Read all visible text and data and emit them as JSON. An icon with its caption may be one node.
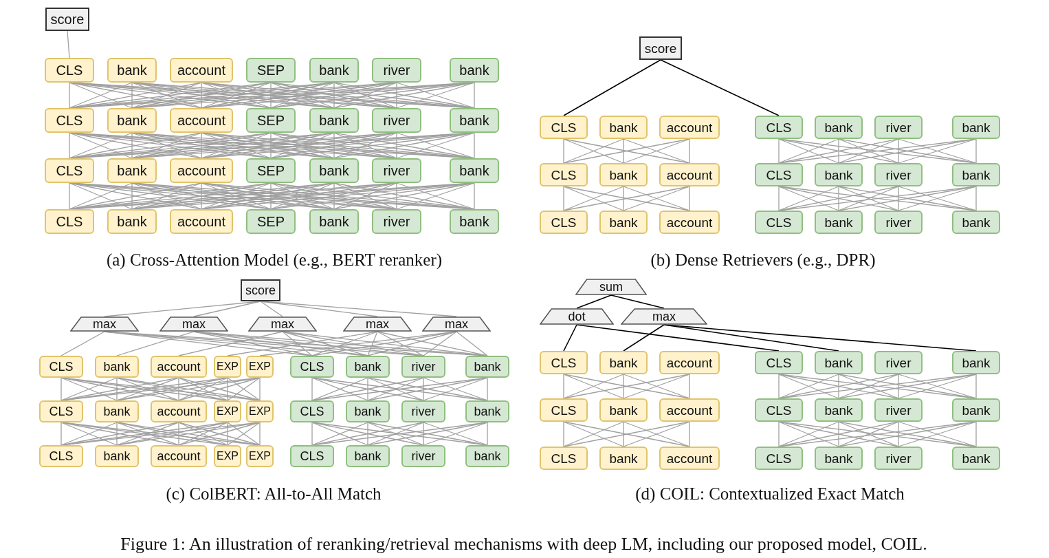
{
  "diagram": {
    "caption": "Figure 1: An illustration of reranking/retrieval mechanisms with deep LM, including our proposed model, COIL.",
    "nodes": [
      {
        "text": [
          "score"
        ]
      },
      {
        "text": [
          "CLS"
        ]
      },
      {
        "text": [
          "bank"
        ]
      },
      {
        "text": [
          "account"
        ]
      },
      {
        "text": [
          "SEP"
        ]
      },
      {
        "text": [
          "bank"
        ]
      },
      {
        "text": [
          "river"
        ]
      },
      {
        "text": [
          "bank"
        ]
      },
      {
        "text": [
          "CLS"
        ]
      },
      {
        "text": [
          "bank"
        ]
      },
      {
        "text": [
          "account"
        ]
      },
      {
        "text": [
          "SEP"
        ]
      },
      {
        "text": [
          "bank"
        ]
      },
      {
        "text": [
          "river"
        ]
      },
      {
        "text": [
          "bank"
        ]
      },
      {
        "text": [
          "CLS"
        ]
      },
      {
        "text": [
          "bank"
        ]
      },
      {
        "text": [
          "account"
        ]
      },
      {
        "text": [
          "SEP"
        ]
      },
      {
        "text": [
          "bank"
        ]
      },
      {
        "text": [
          "river"
        ]
      },
      {
        "text": [
          "bank"
        ]
      },
      {
        "text": [
          "CLS"
        ]
      },
      {
        "text": [
          "bank"
        ]
      },
      {
        "text": [
          "account"
        ]
      },
      {
        "text": [
          "SEP"
        ]
      },
      {
        "text": [
          "bank"
        ]
      },
      {
        "text": [
          "river"
        ]
      },
      {
        "text": [
          "bank"
        ]
      },
      {
        "text": [
          "score"
        ]
      },
      {
        "text": [
          "CLS"
        ]
      },
      {
        "text": [
          "bank"
        ]
      },
      {
        "text": [
          "account"
        ]
      },
      {
        "text": [
          "CLS"
        ]
      },
      {
        "text": [
          "bank"
        ]
      },
      {
        "text": [
          "river"
        ]
      },
      {
        "text": [
          "bank"
        ]
      },
      {
        "text": [
          "CLS"
        ]
      },
      {
        "text": [
          "bank"
        ]
      },
      {
        "text": [
          "account"
        ]
      },
      {
        "text": [
          "CLS"
        ]
      },
      {
        "text": [
          "bank"
        ]
      },
      {
        "text": [
          "river"
        ]
      },
      {
        "text": [
          "bank"
        ]
      },
      {
        "text": [
          "CLS"
        ]
      },
      {
        "text": [
          "bank"
        ]
      },
      {
        "text": [
          "account"
        ]
      },
      {
        "text": [
          "CLS"
        ]
      },
      {
        "text": [
          "bank"
        ]
      },
      {
        "text": [
          "river"
        ]
      },
      {
        "text": [
          "bank"
        ]
      },
      {
        "text": [
          "score"
        ]
      },
      {
        "text": [
          "max"
        ]
      },
      {
        "text": [
          "max"
        ]
      },
      {
        "text": [
          "max"
        ]
      },
      {
        "text": [
          "max"
        ]
      },
      {
        "text": [
          "max"
        ]
      },
      {
        "text": [
          "CLS"
        ]
      },
      {
        "text": [
          "bank"
        ]
      },
      {
        "text": [
          "account"
        ]
      },
      {
        "text": [
          "EXP"
        ]
      },
      {
        "text": [
          "EXP"
        ]
      },
      {
        "text": [
          "CLS"
        ]
      },
      {
        "text": [
          "bank"
        ]
      },
      {
        "text": [
          "river"
        ]
      },
      {
        "text": [
          "bank"
        ]
      },
      {
        "text": [
          "CLS"
        ]
      },
      {
        "text": [
          "bank"
        ]
      },
      {
        "text": [
          "account"
        ]
      },
      {
        "text": [
          "EXP"
        ]
      },
      {
        "text": [
          "EXP"
        ]
      },
      {
        "text": [
          "CLS"
        ]
      },
      {
        "text": [
          "bank"
        ]
      },
      {
        "text": [
          "river"
        ]
      },
      {
        "text": [
          "bank"
        ]
      },
      {
        "text": [
          "CLS"
        ]
      },
      {
        "text": [
          "bank"
        ]
      },
      {
        "text": [
          "account"
        ]
      },
      {
        "text": [
          "EXP"
        ]
      },
      {
        "text": [
          "EXP"
        ]
      },
      {
        "text": [
          "CLS"
        ]
      },
      {
        "text": [
          "bank"
        ]
      },
      {
        "text": [
          "river"
        ]
      },
      {
        "text": [
          "bank"
        ]
      },
      {
        "text": [
          "sum"
        ]
      },
      {
        "text": [
          "dot"
        ]
      },
      {
        "text": [
          "max"
        ]
      },
      {
        "text": [
          "CLS"
        ]
      },
      {
        "text": [
          "bank"
        ]
      },
      {
        "text": [
          "account"
        ]
      },
      {
        "text": [
          "CLS"
        ]
      },
      {
        "text": [
          "bank"
        ]
      },
      {
        "text": [
          "river"
        ]
      },
      {
        "text": [
          "bank"
        ]
      },
      {
        "text": [
          "CLS"
        ]
      },
      {
        "text": [
          "bank"
        ]
      },
      {
        "text": [
          "account"
        ]
      },
      {
        "text": [
          "CLS"
        ]
      },
      {
        "text": [
          "bank"
        ]
      },
      {
        "text": [
          "river"
        ]
      },
      {
        "text": [
          "bank"
        ]
      },
      {
        "text": [
          "CLS"
        ]
      },
      {
        "text": [
          "bank"
        ]
      },
      {
        "text": [
          "account"
        ]
      },
      {
        "text": [
          "CLS"
        ]
      },
      {
        "text": [
          "bank"
        ]
      },
      {
        "text": [
          "river"
        ]
      },
      {
        "text": [
          "bank"
        ]
      }
    ],
    "edges": [
      {
        "from": 0,
        "to": 1,
        "arrow": "none"
      },
      {
        "from": 1,
        "to": 8,
        "arrow": "none"
      },
      {
        "from": 1,
        "to": 9,
        "arrow": "none"
      },
      {
        "from": 1,
        "to": 10,
        "arrow": "none"
      },
      {
        "from": 1,
        "to": 11,
        "arrow": "none"
      },
      {
        "from": 1,
        "to": 12,
        "arrow": "none"
      },
      {
        "from": 1,
        "to": 13,
        "arrow": "none"
      },
      {
        "from": 1,
        "to": 14,
        "arrow": "none"
      },
      {
        "from": 2,
        "to": 8,
        "arrow": "none"
      },
      {
        "from": 2,
        "to": 9,
        "arrow": "none"
      },
      {
        "from": 2,
        "to": 10,
        "arrow": "none"
      },
      {
        "from": 2,
        "to": 11,
        "arrow": "none"
      },
      {
        "from": 2,
        "to": 12,
        "arrow": "none"
      },
      {
        "from": 2,
        "to": 13,
        "arrow": "none"
      },
      {
        "from": 2,
        "to": 14,
        "arrow": "none"
      },
      {
        "from": 3,
        "to": 8,
        "arrow": "none"
      },
      {
        "from": 3,
        "to": 9,
        "arrow": "none"
      },
      {
        "from": 3,
        "to": 10,
        "arrow": "none"
      },
      {
        "from": 3,
        "to": 11,
        "arrow": "none"
      },
      {
        "from": 3,
        "to": 12,
        "arrow": "none"
      },
      {
        "from": 3,
        "to": 13,
        "arrow": "none"
      },
      {
        "from": 3,
        "to": 14,
        "arrow": "none"
      },
      {
        "from": 4,
        "to": 8,
        "arrow": "none"
      },
      {
        "from": 4,
        "to": 9,
        "arrow": "none"
      },
      {
        "from": 4,
        "to": 10,
        "arrow": "none"
      },
      {
        "from": 4,
        "to": 11,
        "arrow": "none"
      },
      {
        "from": 4,
        "to": 12,
        "arrow": "none"
      },
      {
        "from": 4,
        "to": 13,
        "arrow": "none"
      },
      {
        "from": 4,
        "to": 14,
        "arrow": "none"
      },
      {
        "from": 5,
        "to": 8,
        "arrow": "none"
      },
      {
        "from": 5,
        "to": 9,
        "arrow": "none"
      },
      {
        "from": 5,
        "to": 10,
        "arrow": "none"
      },
      {
        "from": 5,
        "to": 11,
        "arrow": "none"
      },
      {
        "from": 5,
        "to": 12,
        "arrow": "none"
      },
      {
        "from": 5,
        "to": 13,
        "arrow": "none"
      },
      {
        "from": 5,
        "to": 14,
        "arrow": "none"
      },
      {
        "from": 6,
        "to": 8,
        "arrow": "none"
      },
      {
        "from": 6,
        "to": 9,
        "arrow": "none"
      },
      {
        "from": 6,
        "to": 10,
        "arrow": "none"
      },
      {
        "from": 6,
        "to": 11,
        "arrow": "none"
      },
      {
        "from": 6,
        "to": 12,
        "arrow": "none"
      },
      {
        "from": 6,
        "to": 13,
        "arrow": "none"
      },
      {
        "from": 6,
        "to": 14,
        "arrow": "none"
      },
      {
        "from": 7,
        "to": 8,
        "arrow": "none"
      },
      {
        "from": 7,
        "to": 9,
        "arrow": "none"
      },
      {
        "from": 7,
        "to": 10,
        "arrow": "none"
      },
      {
        "from": 7,
        "to": 11,
        "arrow": "none"
      },
      {
        "from": 7,
        "to": 12,
        "arrow": "none"
      },
      {
        "from": 7,
        "to": 13,
        "arrow": "none"
      },
      {
        "from": 7,
        "to": 14,
        "arrow": "none"
      },
      {
        "from": 8,
        "to": 15,
        "arrow": "none"
      },
      {
        "from": 8,
        "to": 16,
        "arrow": "none"
      },
      {
        "from": 8,
        "to": 17,
        "arrow": "none"
      },
      {
        "from": 8,
        "to": 18,
        "arrow": "none"
      },
      {
        "from": 8,
        "to": 19,
        "arrow": "none"
      },
      {
        "from": 8,
        "to": 20,
        "arrow": "none"
      },
      {
        "from": 8,
        "to": 21,
        "arrow": "none"
      },
      {
        "from": 9,
        "to": 15,
        "arrow": "none"
      },
      {
        "from": 9,
        "to": 16,
        "arrow": "none"
      },
      {
        "from": 9,
        "to": 17,
        "arrow": "none"
      },
      {
        "from": 9,
        "to": 18,
        "arrow": "none"
      },
      {
        "from": 9,
        "to": 19,
        "arrow": "none"
      },
      {
        "from": 9,
        "to": 20,
        "arrow": "none"
      },
      {
        "from": 9,
        "to": 21,
        "arrow": "none"
      },
      {
        "from": 10,
        "to": 15,
        "arrow": "none"
      },
      {
        "from": 10,
        "to": 16,
        "arrow": "none"
      },
      {
        "from": 10,
        "to": 17,
        "arrow": "none"
      },
      {
        "from": 10,
        "to": 18,
        "arrow": "none"
      },
      {
        "from": 10,
        "to": 19,
        "arrow": "none"
      },
      {
        "from": 10,
        "to": 20,
        "arrow": "none"
      },
      {
        "from": 10,
        "to": 21,
        "arrow": "none"
      },
      {
        "from": 11,
        "to": 15,
        "arrow": "none"
      },
      {
        "from": 11,
        "to": 16,
        "arrow": "none"
      },
      {
        "from": 11,
        "to": 17,
        "arrow": "none"
      },
      {
        "from": 11,
        "to": 18,
        "arrow": "none"
      },
      {
        "from": 11,
        "to": 19,
        "arrow": "none"
      },
      {
        "from": 11,
        "to": 20,
        "arrow": "none"
      },
      {
        "from": 11,
        "to": 21,
        "arrow": "none"
      },
      {
        "from": 12,
        "to": 15,
        "arrow": "none"
      },
      {
        "from": 12,
        "to": 16,
        "arrow": "none"
      },
      {
        "from": 12,
        "to": 17,
        "arrow": "none"
      },
      {
        "from": 12,
        "to": 18,
        "arrow": "none"
      },
      {
        "from": 12,
        "to": 19,
        "arrow": "none"
      },
      {
        "from": 12,
        "to": 20,
        "arrow": "none"
      },
      {
        "from": 12,
        "to": 21,
        "arrow": "none"
      },
      {
        "from": 13,
        "to": 15,
        "arrow": "none"
      },
      {
        "from": 13,
        "to": 16,
        "arrow": "none"
      },
      {
        "from": 13,
        "to": 17,
        "arrow": "none"
      },
      {
        "from": 13,
        "to": 18,
        "arrow": "none"
      },
      {
        "from": 13,
        "to": 19,
        "arrow": "none"
      },
      {
        "from": 13,
        "to": 20,
        "arrow": "none"
      },
      {
        "from": 13,
        "to": 21,
        "arrow": "none"
      },
      {
        "from": 14,
        "to": 15,
        "arrow": "none"
      },
      {
        "from": 14,
        "to": 16,
        "arrow": "none"
      },
      {
        "from": 14,
        "to": 17,
        "arrow": "none"
      },
      {
        "from": 14,
        "to": 18,
        "arrow": "none"
      },
      {
        "from": 14,
        "to": 19,
        "arrow": "none"
      },
      {
        "from": 14,
        "to": 20,
        "arrow": "none"
      },
      {
        "from": 14,
        "to": 21,
        "arrow": "none"
      },
      {
        "from": 15,
        "to": 22,
        "arrow": "none"
      },
      {
        "from": 15,
        "to": 23,
        "arrow": "none"
      },
      {
        "from": 15,
        "to": 24,
        "arrow": "none"
      },
      {
        "from": 15,
        "to": 25,
        "arrow": "none"
      },
      {
        "from": 15,
        "to": 26,
        "arrow": "none"
      },
      {
        "from": 15,
        "to": 27,
        "arrow": "none"
      },
      {
        "from": 15,
        "to": 28,
        "arrow": "none"
      },
      {
        "from": 16,
        "to": 22,
        "arrow": "none"
      },
      {
        "from": 16,
        "to": 23,
        "arrow": "none"
      },
      {
        "from": 16,
        "to": 24,
        "arrow": "none"
      },
      {
        "from": 16,
        "to": 25,
        "arrow": "none"
      },
      {
        "from": 16,
        "to": 26,
        "arrow": "none"
      },
      {
        "from": 16,
        "to": 27,
        "arrow": "none"
      },
      {
        "from": 16,
        "to": 28,
        "arrow": "none"
      },
      {
        "from": 17,
        "to": 22,
        "arrow": "none"
      },
      {
        "from": 17,
        "to": 23,
        "arrow": "none"
      },
      {
        "from": 17,
        "to": 24,
        "arrow": "none"
      },
      {
        "from": 17,
        "to": 25,
        "arrow": "none"
      },
      {
        "from": 17,
        "to": 26,
        "arrow": "none"
      },
      {
        "from": 17,
        "to": 27,
        "arrow": "none"
      },
      {
        "from": 17,
        "to": 28,
        "arrow": "none"
      },
      {
        "from": 18,
        "to": 22,
        "arrow": "none"
      },
      {
        "from": 18,
        "to": 23,
        "arrow": "none"
      },
      {
        "from": 18,
        "to": 24,
        "arrow": "none"
      },
      {
        "from": 18,
        "to": 25,
        "arrow": "none"
      },
      {
        "from": 18,
        "to": 26,
        "arrow": "none"
      },
      {
        "from": 18,
        "to": 27,
        "arrow": "none"
      },
      {
        "from": 18,
        "to": 28,
        "arrow": "none"
      },
      {
        "from": 19,
        "to": 22,
        "arrow": "none"
      },
      {
        "from": 19,
        "to": 23,
        "arrow": "none"
      },
      {
        "from": 19,
        "to": 24,
        "arrow": "none"
      },
      {
        "from": 19,
        "to": 25,
        "arrow": "none"
      },
      {
        "from": 19,
        "to": 26,
        "arrow": "none"
      },
      {
        "from": 19,
        "to": 27,
        "arrow": "none"
      },
      {
        "from": 19,
        "to": 28,
        "arrow": "none"
      },
      {
        "from": 20,
        "to": 22,
        "arrow": "none"
      },
      {
        "from": 20,
        "to": 23,
        "arrow": "none"
      },
      {
        "from": 20,
        "to": 24,
        "arrow": "none"
      },
      {
        "from": 20,
        "to": 25,
        "arrow": "none"
      },
      {
        "from": 20,
        "to": 26,
        "arrow": "none"
      },
      {
        "from": 20,
        "to": 27,
        "arrow": "none"
      },
      {
        "from": 20,
        "to": 28,
        "arrow": "none"
      },
      {
        "from": 21,
        "to": 22,
        "arrow": "none"
      },
      {
        "from": 21,
        "to": 23,
        "arrow": "none"
      },
      {
        "from": 21,
        "to": 24,
        "arrow": "none"
      },
      {
        "from": 21,
        "to": 25,
        "arrow": "none"
      },
      {
        "from": 21,
        "to": 26,
        "arrow": "none"
      },
      {
        "from": 21,
        "to": 27,
        "arrow": "none"
      },
      {
        "from": 21,
        "to": 28,
        "arrow": "none"
      },
      {
        "from": 29,
        "to": 30,
        "arrow": "none",
        "color": "#000000"
      },
      {
        "from": 29,
        "to": 33,
        "arrow": "none",
        "color": "#000000"
      },
      {
        "from": 30,
        "to": 37,
        "arrow": "none"
      },
      {
        "from": 30,
        "to": 38,
        "arrow": "none"
      },
      {
        "from": 30,
        "to": 39,
        "arrow": "none"
      },
      {
        "from": 31,
        "to": 37,
        "arrow": "none"
      },
      {
        "from": 31,
        "to": 38,
        "arrow": "none"
      },
      {
        "from": 31,
        "to": 39,
        "arrow": "none"
      },
      {
        "from": 32,
        "to": 37,
        "arrow": "none"
      },
      {
        "from": 32,
        "to": 38,
        "arrow": "none"
      },
      {
        "from": 32,
        "to": 39,
        "arrow": "none"
      },
      {
        "from": 33,
        "to": 40,
        "arrow": "none"
      },
      {
        "from": 33,
        "to": 41,
        "arrow": "none"
      },
      {
        "from": 33,
        "to": 42,
        "arrow": "none"
      },
      {
        "from": 33,
        "to": 43,
        "arrow": "none"
      },
      {
        "from": 34,
        "to": 40,
        "arrow": "none"
      },
      {
        "from": 34,
        "to": 41,
        "arrow": "none"
      },
      {
        "from": 34,
        "to": 42,
        "arrow": "none"
      },
      {
        "from": 34,
        "to": 43,
        "arrow": "none"
      },
      {
        "from": 35,
        "to": 40,
        "arrow": "none"
      },
      {
        "from": 35,
        "to": 41,
        "arrow": "none"
      },
      {
        "from": 35,
        "to": 42,
        "arrow": "none"
      },
      {
        "from": 35,
        "to": 43,
        "arrow": "none"
      },
      {
        "from": 36,
        "to": 40,
        "arrow": "none"
      },
      {
        "from": 36,
        "to": 41,
        "arrow": "none"
      },
      {
        "from": 36,
        "to": 42,
        "arrow": "none"
      },
      {
        "from": 36,
        "to": 43,
        "arrow": "none"
      },
      {
        "from": 37,
        "to": 44,
        "arrow": "none"
      },
      {
        "from": 37,
        "to": 45,
        "arrow": "none"
      },
      {
        "from": 37,
        "to": 46,
        "arrow": "none"
      },
      {
        "from": 38,
        "to": 44,
        "arrow": "none"
      },
      {
        "from": 38,
        "to": 45,
        "arrow": "none"
      },
      {
        "from": 38,
        "to": 46,
        "arrow": "none"
      },
      {
        "from": 39,
        "to": 44,
        "arrow": "none"
      },
      {
        "from": 39,
        "to": 45,
        "arrow": "none"
      },
      {
        "from": 39,
        "to": 46,
        "arrow": "none"
      },
      {
        "from": 40,
        "to": 47,
        "arrow": "none"
      },
      {
        "from": 40,
        "to": 48,
        "arrow": "none"
      },
      {
        "from": 40,
        "to": 49,
        "arrow": "none"
      },
      {
        "from": 40,
        "to": 50,
        "arrow": "none"
      },
      {
        "from": 41,
        "to": 47,
        "arrow": "none"
      },
      {
        "from": 41,
        "to": 48,
        "arrow": "none"
      },
      {
        "from": 41,
        "to": 49,
        "arrow": "none"
      },
      {
        "from": 41,
        "to": 50,
        "arrow": "none"
      },
      {
        "from": 42,
        "to": 47,
        "arrow": "none"
      },
      {
        "from": 42,
        "to": 48,
        "arrow": "none"
      },
      {
        "from": 42,
        "to": 49,
        "arrow": "none"
      },
      {
        "from": 42,
        "to": 50,
        "arrow": "none"
      },
      {
        "from": 43,
        "to": 47,
        "arrow": "none"
      },
      {
        "from": 43,
        "to": 48,
        "arrow": "none"
      },
      {
        "from": 43,
        "to": 49,
        "arrow": "none"
      },
      {
        "from": 43,
        "to": 50,
        "arrow": "none"
      },
      {
        "from": 51,
        "to": 52,
        "arrow": "none"
      },
      {
        "from": 51,
        "to": 53,
        "arrow": "none"
      },
      {
        "from": 51,
        "to": 54,
        "arrow": "none"
      },
      {
        "from": 51,
        "to": 55,
        "arrow": "none"
      },
      {
        "from": 51,
        "to": 56,
        "arrow": "none"
      },
      {
        "from": 52,
        "to": 57,
        "arrow": "none"
      },
      {
        "from": 52,
        "to": 62,
        "arrow": "none"
      },
      {
        "from": 52,
        "to": 63,
        "arrow": "none"
      },
      {
        "from": 52,
        "to": 64,
        "arrow": "none"
      },
      {
        "from": 52,
        "to": 65,
        "arrow": "none"
      },
      {
        "from": 53,
        "to": 58,
        "arrow": "none"
      },
      {
        "from": 53,
        "to": 62,
        "arrow": "none"
      },
      {
        "from": 53,
        "to": 63,
        "arrow": "none"
      },
      {
        "from": 53,
        "to": 64,
        "arrow": "none"
      },
      {
        "from": 53,
        "to": 65,
        "arrow": "none"
      },
      {
        "from": 54,
        "to": 59,
        "arrow": "none"
      },
      {
        "from": 54,
        "to": 62,
        "arrow": "none"
      },
      {
        "from": 54,
        "to": 63,
        "arrow": "none"
      },
      {
        "from": 54,
        "to": 64,
        "arrow": "none"
      },
      {
        "from": 54,
        "to": 65,
        "arrow": "none"
      },
      {
        "from": 55,
        "to": 60,
        "arrow": "none"
      },
      {
        "from": 55,
        "to": 62,
        "arrow": "none"
      },
      {
        "from": 55,
        "to": 63,
        "arrow": "none"
      },
      {
        "from": 55,
        "to": 64,
        "arrow": "none"
      },
      {
        "from": 55,
        "to": 65,
        "arrow": "none"
      },
      {
        "from": 56,
        "to": 61,
        "arrow": "none"
      },
      {
        "from": 56,
        "to": 62,
        "arrow": "none"
      },
      {
        "from": 56,
        "to": 63,
        "arrow": "none"
      },
      {
        "from": 56,
        "to": 64,
        "arrow": "none"
      },
      {
        "from": 56,
        "to": 65,
        "arrow": "none"
      },
      {
        "from": 57,
        "to": 66,
        "arrow": "none"
      },
      {
        "from": 57,
        "to": 67,
        "arrow": "none"
      },
      {
        "from": 57,
        "to": 68,
        "arrow": "none"
      },
      {
        "from": 57,
        "to": 69,
        "arrow": "none"
      },
      {
        "from": 57,
        "to": 70,
        "arrow": "none"
      },
      {
        "from": 58,
        "to": 66,
        "arrow": "none"
      },
      {
        "from": 58,
        "to": 67,
        "arrow": "none"
      },
      {
        "from": 58,
        "to": 68,
        "arrow": "none"
      },
      {
        "from": 58,
        "to": 69,
        "arrow": "none"
      },
      {
        "from": 58,
        "to": 70,
        "arrow": "none"
      },
      {
        "from": 59,
        "to": 66,
        "arrow": "none"
      },
      {
        "from": 59,
        "to": 67,
        "arrow": "none"
      },
      {
        "from": 59,
        "to": 68,
        "arrow": "none"
      },
      {
        "from": 59,
        "to": 69,
        "arrow": "none"
      },
      {
        "from": 59,
        "to": 70,
        "arrow": "none"
      },
      {
        "from": 60,
        "to": 66,
        "arrow": "none"
      },
      {
        "from": 60,
        "to": 67,
        "arrow": "none"
      },
      {
        "from": 60,
        "to": 68,
        "arrow": "none"
      },
      {
        "from": 60,
        "to": 69,
        "arrow": "none"
      },
      {
        "from": 60,
        "to": 70,
        "arrow": "none"
      },
      {
        "from": 61,
        "to": 66,
        "arrow": "none"
      },
      {
        "from": 61,
        "to": 67,
        "arrow": "none"
      },
      {
        "from": 61,
        "to": 68,
        "arrow": "none"
      },
      {
        "from": 61,
        "to": 69,
        "arrow": "none"
      },
      {
        "from": 61,
        "to": 70,
        "arrow": "none"
      },
      {
        "from": 62,
        "to": 71,
        "arrow": "none"
      },
      {
        "from": 62,
        "to": 72,
        "arrow": "none"
      },
      {
        "from": 62,
        "to": 73,
        "arrow": "none"
      },
      {
        "from": 62,
        "to": 74,
        "arrow": "none"
      },
      {
        "from": 63,
        "to": 71,
        "arrow": "none"
      },
      {
        "from": 63,
        "to": 72,
        "arrow": "none"
      },
      {
        "from": 63,
        "to": 73,
        "arrow": "none"
      },
      {
        "from": 63,
        "to": 74,
        "arrow": "none"
      },
      {
        "from": 64,
        "to": 71,
        "arrow": "none"
      },
      {
        "from": 64,
        "to": 72,
        "arrow": "none"
      },
      {
        "from": 64,
        "to": 73,
        "arrow": "none"
      },
      {
        "from": 64,
        "to": 74,
        "arrow": "none"
      },
      {
        "from": 65,
        "to": 71,
        "arrow": "none"
      },
      {
        "from": 65,
        "to": 72,
        "arrow": "none"
      },
      {
        "from": 65,
        "to": 73,
        "arrow": "none"
      },
      {
        "from": 65,
        "to": 74,
        "arrow": "none"
      },
      {
        "from": 66,
        "to": 75,
        "arrow": "none"
      },
      {
        "from": 66,
        "to": 76,
        "arrow": "none"
      },
      {
        "from": 66,
        "to": 77,
        "arrow": "none"
      },
      {
        "from": 66,
        "to": 78,
        "arrow": "none"
      },
      {
        "from": 66,
        "to": 79,
        "arrow": "none"
      },
      {
        "from": 67,
        "to": 75,
        "arrow": "none"
      },
      {
        "from": 67,
        "to": 76,
        "arrow": "none"
      },
      {
        "from": 67,
        "to": 77,
        "arrow": "none"
      },
      {
        "from": 67,
        "to": 78,
        "arrow": "none"
      },
      {
        "from": 67,
        "to": 79,
        "arrow": "none"
      },
      {
        "from": 68,
        "to": 75,
        "arrow": "none"
      },
      {
        "from": 68,
        "to": 76,
        "arrow": "none"
      },
      {
        "from": 68,
        "to": 77,
        "arrow": "none"
      },
      {
        "from": 68,
        "to": 78,
        "arrow": "none"
      },
      {
        "from": 68,
        "to": 79,
        "arrow": "none"
      },
      {
        "from": 69,
        "to": 75,
        "arrow": "none"
      },
      {
        "from": 69,
        "to": 76,
        "arrow": "none"
      },
      {
        "from": 69,
        "to": 77,
        "arrow": "none"
      },
      {
        "from": 69,
        "to": 78,
        "arrow": "none"
      },
      {
        "from": 69,
        "to": 79,
        "arrow": "none"
      },
      {
        "from": 70,
        "to": 75,
        "arrow": "none"
      },
      {
        "from": 70,
        "to": 76,
        "arrow": "none"
      },
      {
        "from": 70,
        "to": 77,
        "arrow": "none"
      },
      {
        "from": 70,
        "to": 78,
        "arrow": "none"
      },
      {
        "from": 70,
        "to": 79,
        "arrow": "none"
      },
      {
        "from": 71,
        "to": 80,
        "arrow": "none"
      },
      {
        "from": 71,
        "to": 81,
        "arrow": "none"
      },
      {
        "from": 71,
        "to": 82,
        "arrow": "none"
      },
      {
        "from": 71,
        "to": 83,
        "arrow": "none"
      },
      {
        "from": 72,
        "to": 80,
        "arrow": "none"
      },
      {
        "from": 72,
        "to": 81,
        "arrow": "none"
      },
      {
        "from": 72,
        "to": 82,
        "arrow": "none"
      },
      {
        "from": 72,
        "to": 83,
        "arrow": "none"
      },
      {
        "from": 73,
        "to": 80,
        "arrow": "none"
      },
      {
        "from": 73,
        "to": 81,
        "arrow": "none"
      },
      {
        "from": 73,
        "to": 82,
        "arrow": "none"
      },
      {
        "from": 73,
        "to": 83,
        "arrow": "none"
      },
      {
        "from": 74,
        "to": 80,
        "arrow": "none"
      },
      {
        "from": 74,
        "to": 81,
        "arrow": "none"
      },
      {
        "from": 74,
        "to": 82,
        "arrow": "none"
      },
      {
        "from": 74,
        "to": 83,
        "arrow": "none"
      },
      {
        "from": 84,
        "to": 85,
        "arrow": "none",
        "color": "#000000"
      },
      {
        "from": 84,
        "to": 86,
        "arrow": "none",
        "color": "#000000"
      },
      {
        "from": 85,
        "to": 87,
        "arrow": "none",
        "color": "#000000"
      },
      {
        "from": 85,
        "to": 90,
        "arrow": "none",
        "color": "#000000"
      },
      {
        "from": 86,
        "to": 88,
        "arrow": "none",
        "color": "#000000"
      },
      {
        "from": 86,
        "to": 91,
        "arrow": "none",
        "color": "#000000"
      },
      {
        "from": 86,
        "to": 93,
        "arrow": "none",
        "color": "#000000"
      },
      {
        "from": 87,
        "to": 94,
        "arrow": "none"
      },
      {
        "from": 87,
        "to": 95,
        "arrow": "none"
      },
      {
        "from": 87,
        "to": 96,
        "arrow": "none"
      },
      {
        "from": 88,
        "to": 94,
        "arrow": "none"
      },
      {
        "from": 88,
        "to": 95,
        "arrow": "none"
      },
      {
        "from": 88,
        "to": 96,
        "arrow": "none"
      },
      {
        "from": 89,
        "to": 94,
        "arrow": "none"
      },
      {
        "from": 89,
        "to": 95,
        "arrow": "none"
      },
      {
        "from": 89,
        "to": 96,
        "arrow": "none"
      },
      {
        "from": 90,
        "to": 97,
        "arrow": "none"
      },
      {
        "from": 90,
        "to": 98,
        "arrow": "none"
      },
      {
        "from": 90,
        "to": 99,
        "arrow": "none"
      },
      {
        "from": 90,
        "to": 100,
        "arrow": "none"
      },
      {
        "from": 91,
        "to": 97,
        "arrow": "none"
      },
      {
        "from": 91,
        "to": 98,
        "arrow": "none"
      },
      {
        "from": 91,
        "to": 99,
        "arrow": "none"
      },
      {
        "from": 91,
        "to": 100,
        "arrow": "none"
      },
      {
        "from": 92,
        "to": 97,
        "arrow": "none"
      },
      {
        "from": 92,
        "to": 98,
        "arrow": "none"
      },
      {
        "from": 92,
        "to": 99,
        "arrow": "none"
      },
      {
        "from": 92,
        "to": 100,
        "arrow": "none"
      },
      {
        "from": 93,
        "to": 97,
        "arrow": "none"
      },
      {
        "from": 93,
        "to": 98,
        "arrow": "none"
      },
      {
        "from": 93,
        "to": 99,
        "arrow": "none"
      },
      {
        "from": 93,
        "to": 100,
        "arrow": "none"
      },
      {
        "from": 94,
        "to": 101,
        "arrow": "none"
      },
      {
        "from": 94,
        "to": 102,
        "arrow": "none"
      },
      {
        "from": 94,
        "to": 103,
        "arrow": "none"
      },
      {
        "from": 95,
        "to": 101,
        "arrow": "none"
      },
      {
        "from": 95,
        "to": 102,
        "arrow": "none"
      },
      {
        "from": 95,
        "to": 103,
        "arrow": "none"
      },
      {
        "from": 96,
        "to": 101,
        "arrow": "none"
      },
      {
        "from": 96,
        "to": 102,
        "arrow": "none"
      },
      {
        "from": 96,
        "to": 103,
        "arrow": "none"
      },
      {
        "from": 97,
        "to": 104,
        "arrow": "none"
      },
      {
        "from": 97,
        "to": 105,
        "arrow": "none"
      },
      {
        "from": 97,
        "to": 106,
        "arrow": "none"
      },
      {
        "from": 97,
        "to": 107,
        "arrow": "none"
      },
      {
        "from": 98,
        "to": 104,
        "arrow": "none"
      },
      {
        "from": 98,
        "to": 105,
        "arrow": "none"
      },
      {
        "from": 98,
        "to": 106,
        "arrow": "none"
      },
      {
        "from": 98,
        "to": 107,
        "arrow": "none"
      },
      {
        "from": 99,
        "to": 104,
        "arrow": "none"
      },
      {
        "from": 99,
        "to": 105,
        "arrow": "none"
      },
      {
        "from": 99,
        "to": 106,
        "arrow": "none"
      },
      {
        "from": 99,
        "to": 107,
        "arrow": "none"
      },
      {
        "from": 100,
        "to": 104,
        "arrow": "none"
      },
      {
        "from": 100,
        "to": 105,
        "arrow": "none"
      },
      {
        "from": 100,
        "to": 106,
        "arrow": "none"
      },
      {
        "from": 100,
        "to": 107,
        "arrow": "none"
      }
    ],
    "labels": [
      "(a) Cross-Attention Model (e.g., BERT reranker)",
      "(b) Dense Retrievers (e.g., DPR)",
      "(c) ColBERT: All-to-All Match",
      "(d) COIL: Contextualized Exact Match"
    ]
  }
}
